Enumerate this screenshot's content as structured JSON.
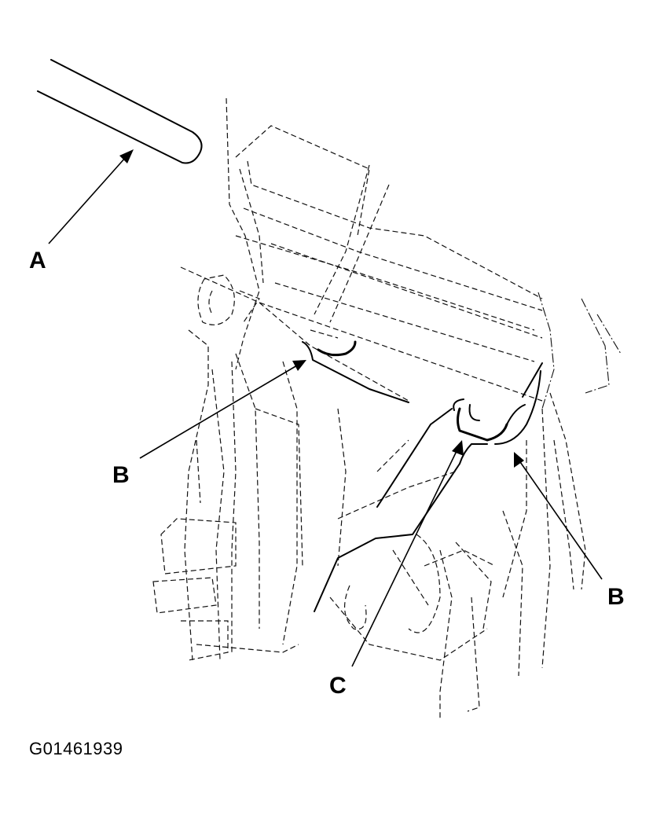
{
  "figure": {
    "callouts": {
      "a": "A",
      "b_left": "B",
      "b_right": "B",
      "c": "C"
    },
    "figure_id": "G01461939"
  }
}
